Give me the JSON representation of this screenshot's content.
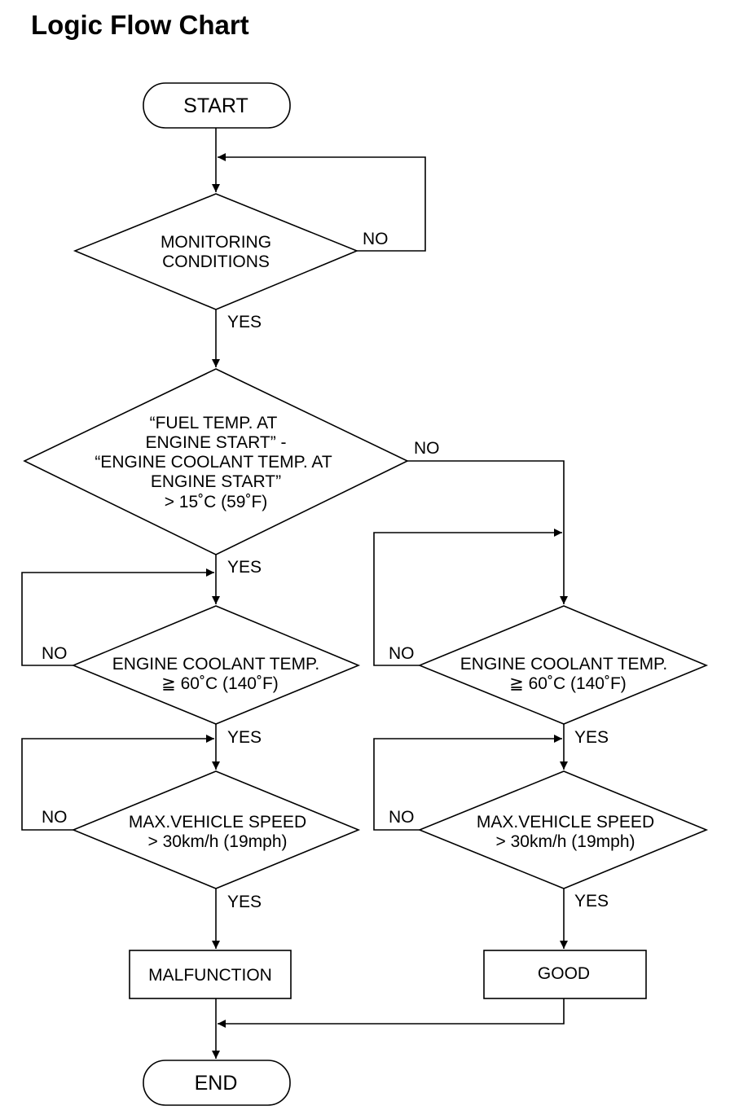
{
  "title": "Logic Flow Chart",
  "nodes": {
    "start": "START",
    "monitoring": [
      "MONITORING",
      "CONDITIONS"
    ],
    "fuel_temp": [
      "“FUEL TEMP. AT",
      "ENGINE START” -",
      "“ENGINE COOLANT TEMP. AT",
      "ENGINE START”",
      "> 15˚C (59˚F)"
    ],
    "coolant_left": [
      "ENGINE COOLANT TEMP.",
      "≧ 60˚C (140˚F)"
    ],
    "coolant_right": [
      "ENGINE COOLANT TEMP.",
      "≧ 60˚C (140˚F)"
    ],
    "speed_left": [
      "MAX.VEHICLE SPEED",
      "> 30km/h (19mph)"
    ],
    "speed_right": [
      "MAX.VEHICLE SPEED",
      "> 30km/h (19mph)"
    ],
    "malfunction": "MALFUNCTION",
    "good": "GOOD",
    "end": "END"
  },
  "labels": {
    "yes": "YES",
    "no": "NO"
  }
}
